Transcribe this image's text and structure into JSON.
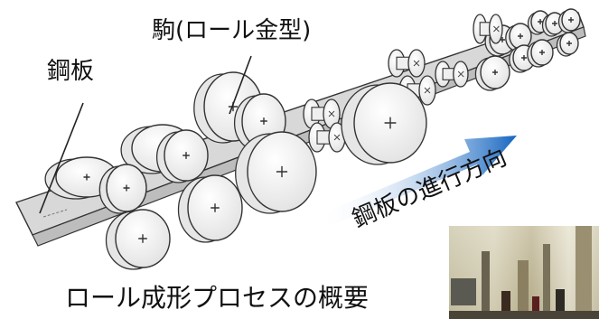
{
  "labels": {
    "steel_sheet": "鋼板",
    "roll_die": "駒(ロール金型)",
    "direction": "鋼板の進行方向",
    "title": "ロール成形プロセスの概要"
  },
  "colors": {
    "arrow_start": "#ffffff",
    "arrow_end": "#1565c0",
    "line": "#333333",
    "sheet": "#d8d8d8"
  }
}
